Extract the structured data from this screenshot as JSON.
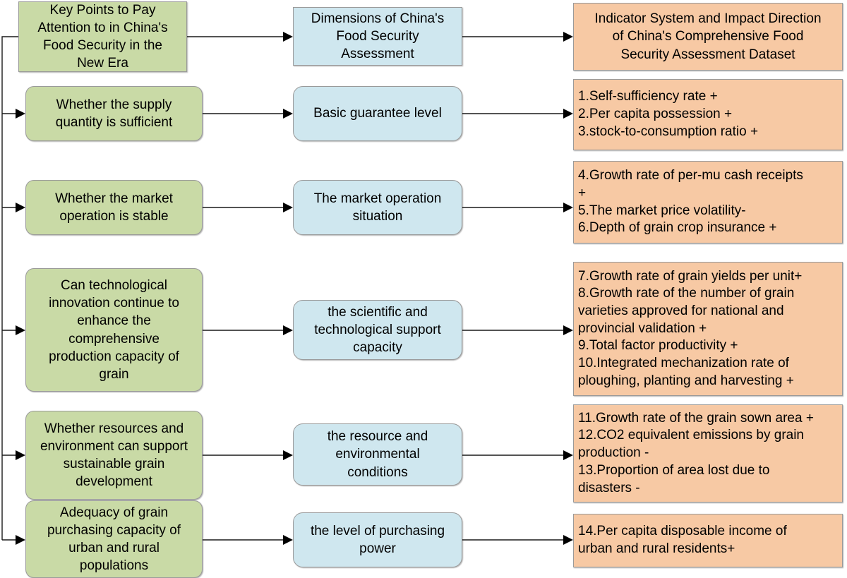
{
  "diagram": {
    "title": "Indicator System and Impact Direction of China's Comprehensive Food Security Assessment Dataset",
    "colors": {
      "question_green": "#c9daa6",
      "dimension_blue": "#cfe7ef",
      "indicator_orange": "#f7c9a4",
      "border_gray": "#9a9a9a",
      "connector_black": "#1a1a1a",
      "background": "#ffffff"
    }
  },
  "headers": {
    "questions": "Key Points to Pay\nAttention to in China's\nFood Security in the\nNew Era",
    "dimensions": "Dimensions of China's\nFood Security\nAssessment",
    "indicators": "Indicator System and Impact Direction\nof China's Comprehensive Food\nSecurity Assessment Dataset"
  },
  "rows": [
    {
      "question": "Whether the supply\nquantity is sufficient",
      "dimension": "Basic guarantee level",
      "indicators": "1.Self-sufficiency rate +\n2.Per capita possession +\n3.stock-to-consumption ratio +"
    },
    {
      "question": "Whether the market\noperation is stable",
      "dimension": "The market operation\nsituation",
      "indicators": "4.Growth rate of per-mu cash receipts\n+\n5.The market  price volatility-\n6.Depth of grain crop insurance +"
    },
    {
      "question": "Can technological\ninnovation continue to\nenhance the\ncomprehensive\nproduction capacity of\ngrain",
      "dimension": "the scientific and\ntechnological support\ncapacity",
      "indicators": "7.Growth rate of grain yields per unit+\n8.Growth rate of the number of  grain\nvarieties approved for national and\nprovincial validation +\n9.Total factor productivity +\n10.Integrated mechanization rate of\nploughing, planting and harvesting +"
    },
    {
      "question": "Whether resources and\nenvironment can support\nsustainable grain\ndevelopment",
      "dimension": "the resource and\nenvironmental\nconditions",
      "indicators": "11.Growth rate of the grain sown area +\n12.CO2 equivalent emissions by grain\nproduction -\n13.Proportion of area lost due to\ndisasters -"
    },
    {
      "question": "Adequacy of grain\npurchasing capacity of\nurban and rural\npopulations",
      "dimension": "the level of purchasing\npower",
      "indicators": "14.Per capita disposable income of\nurban and rural residents+"
    }
  ]
}
